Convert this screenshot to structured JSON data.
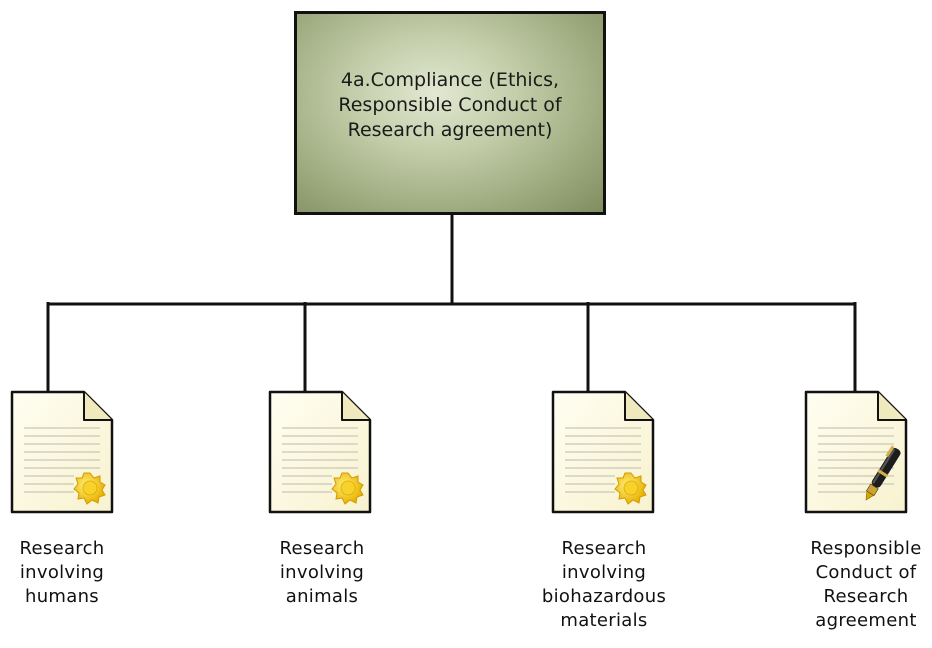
{
  "root": {
    "label": "4a.Compliance (Ethics,\nResponsible Conduct of\nResearch agreement)"
  },
  "children": [
    {
      "label": "Research\ninvolving\nhumans",
      "icon": "certificate-seal-icon"
    },
    {
      "label": "Research\ninvolving\nanimals",
      "icon": "certificate-seal-icon"
    },
    {
      "label": "Research\ninvolving\nbiohazardous\nmaterials",
      "icon": "certificate-seal-icon"
    },
    {
      "label": "Responsible\nConduct of\nResearch\nagreement",
      "icon": "document-pen-icon"
    }
  ],
  "colors": {
    "connector": "#111111",
    "root_fill": "#a9b58a",
    "seal": "#f2c21b",
    "document": "#fffde8"
  }
}
